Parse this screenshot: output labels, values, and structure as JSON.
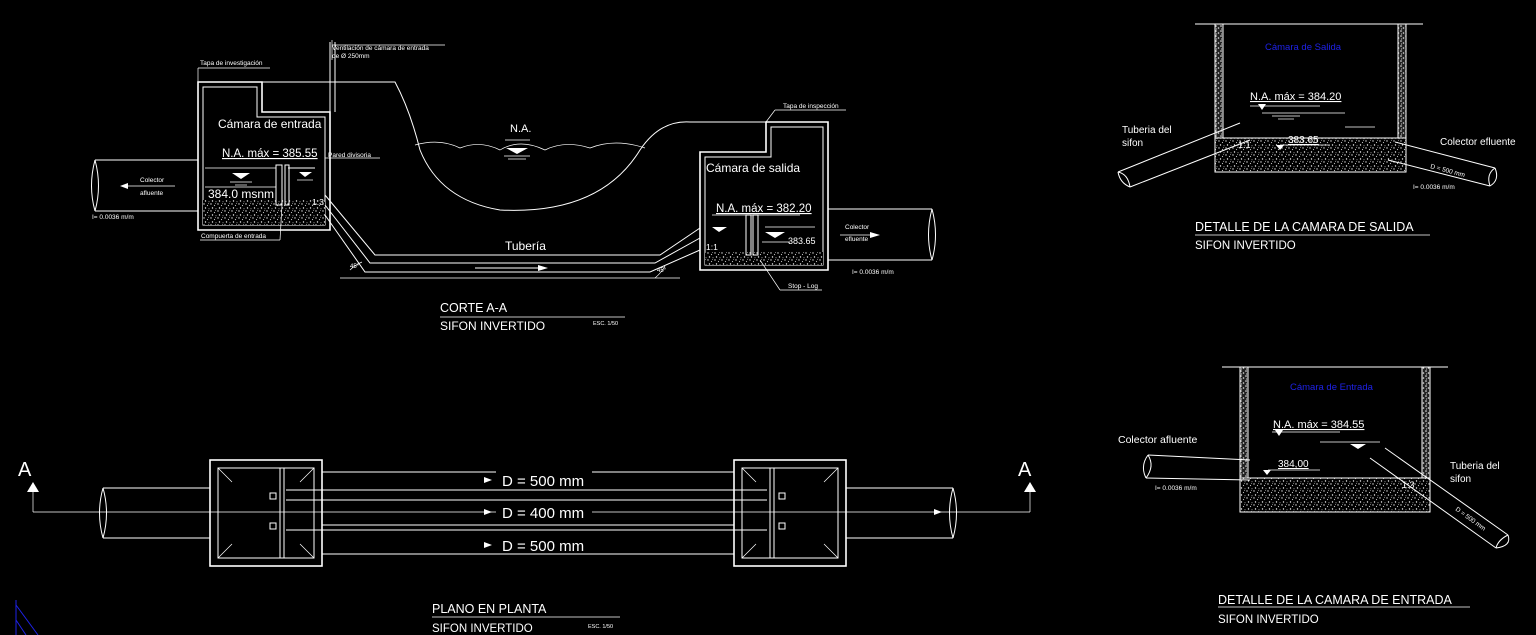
{
  "corte": {
    "vent": "Ventilación de cámara de entrada",
    "vent2": "de Ø 250mm",
    "tapa_inv": "Tapa de investigación",
    "cam_ent": "Cámara de entrada",
    "na_ent": "N.A. máx = 385.55",
    "pared": "Pared divisoria",
    "col_af1": "Colector",
    "col_af2": "afluente",
    "msnm": "384.0 msnm",
    "slope_l": "I= 0.0036 m/m",
    "comp": "Compuerta de entrada",
    "r13": "1:3",
    "na": "N.A.",
    "tapa_insp": "Tapa de inspección",
    "cam_sal": "Cámara de salida",
    "na_sal": "N.A. máx = 382.20",
    "col_ef1": "Colector",
    "col_ef2": "efluente",
    "r11": "1:1",
    "v383": "383.65",
    "slope_r": "I= 0.0036 m/m",
    "tuberia": "Tubería",
    "a45a": "45°",
    "a45b": "45°",
    "stoplog": "Stop - Log",
    "title": "CORTE A-A",
    "subtitle": "SIFON INVERTIDO",
    "esc": "ESC. 1/50"
  },
  "plano": {
    "a_left": "A",
    "a_right": "A",
    "d1": "D = 500 mm",
    "d2": "D = 400 mm",
    "d3": "D = 500 mm",
    "title": "PLANO EN PLANTA",
    "subtitle": "SIFON INVERTIDO",
    "esc": "ESC. 1/50"
  },
  "salida": {
    "cam": "Cámara de Salida",
    "na": "N.A. máx = 384.20",
    "tub1": "Tuberia del",
    "tub2": "sifon",
    "r11": "1:1",
    "v383": "383.65",
    "col": "Colector efluente",
    "d": "D = 500 mm",
    "slope": "I= 0.0036 m/m",
    "title": "DETALLE DE LA CAMARA DE SALIDA",
    "subtitle": "SIFON INVERTIDO"
  },
  "entrada": {
    "cam": "Cámara de Entrada",
    "na": "N.A. máx = 384.55",
    "col": "Colector afluente",
    "v384": "384,00",
    "slope": "I= 0.0036 m/m",
    "r13": "1:3",
    "tub1": "Tuberia del",
    "tub2": "sifon",
    "d": "D = 500 mm",
    "title": "DETALLE DE LA CAMARA DE ENTRADA",
    "subtitle": "SIFON INVERTIDO"
  },
  "colors": {
    "line": "#ffffff",
    "background": "#000000",
    "accent": "#1e22e6"
  }
}
